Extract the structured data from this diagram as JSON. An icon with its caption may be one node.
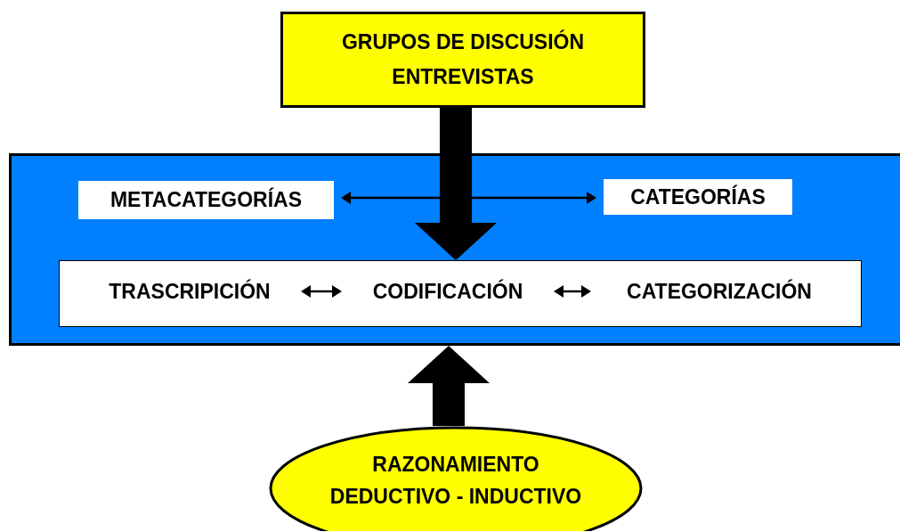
{
  "diagram": {
    "nodes": [
      {
        "text": [
          "GRUPOS DE DISCUSIÓN",
          "ENTREVISTAS"
        ]
      },
      {
        "text": [],
        "shape": "box"
      },
      {
        "text": [
          "METACATEGORÍAS"
        ],
        "in": 1
      },
      {
        "text": [
          "CATEGORÍAS"
        ],
        "in": 1
      },
      {
        "text": [],
        "shape": "box",
        "in": 1
      },
      {
        "text": [
          "TRASCRIPICIÓN"
        ],
        "in": 4
      },
      {
        "text": [
          "CODIFICACIÓN"
        ],
        "in": 4
      },
      {
        "text": [
          "CATEGORIZACIÓN"
        ],
        "in": 4
      },
      {
        "text": [
          "RAZONAMIENTO DEDUCTIVO - INDUCTIVO"
        ]
      }
    ],
    "edges": [
      {
        "from": 2,
        "to": 3,
        "arrow": "both"
      },
      {
        "from": 5,
        "to": 6,
        "arrow": "both"
      },
      {
        "from": 6,
        "to": 7,
        "arrow": "both"
      },
      {
        "from": 0,
        "to": 4,
        "arrow": "to",
        "style": "thick"
      },
      {
        "from": 8,
        "to": 1,
        "arrow": "to",
        "style": "thick"
      }
    ]
  }
}
